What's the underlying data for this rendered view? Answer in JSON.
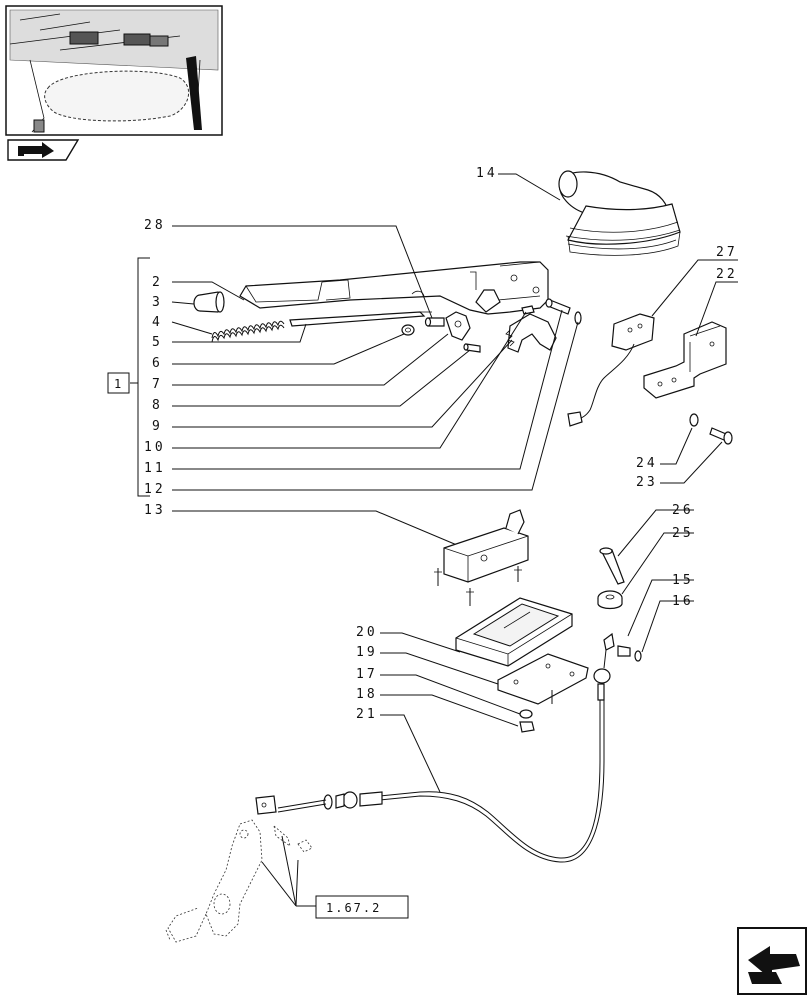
{
  "diagram": {
    "callouts_left": [
      "2",
      "3",
      "4",
      "5",
      "6",
      "7",
      "8",
      "9",
      "10",
      "11",
      "12",
      "13"
    ],
    "callout_28": "28",
    "callout_14": "14",
    "callouts_right_top": [
      "27",
      "22"
    ],
    "callouts_right_mid": [
      "24",
      "23"
    ],
    "callouts_right_low": [
      "26",
      "25",
      "15",
      "16"
    ],
    "callouts_bottom_left": [
      "20",
      "19",
      "17",
      "18",
      "21"
    ],
    "assembly_ref": "1",
    "cross_ref": "1.67.2"
  },
  "nav": {
    "thumbnail_icon": "book-arrow-icon",
    "next_icon": "next-page-arrow-icon"
  }
}
